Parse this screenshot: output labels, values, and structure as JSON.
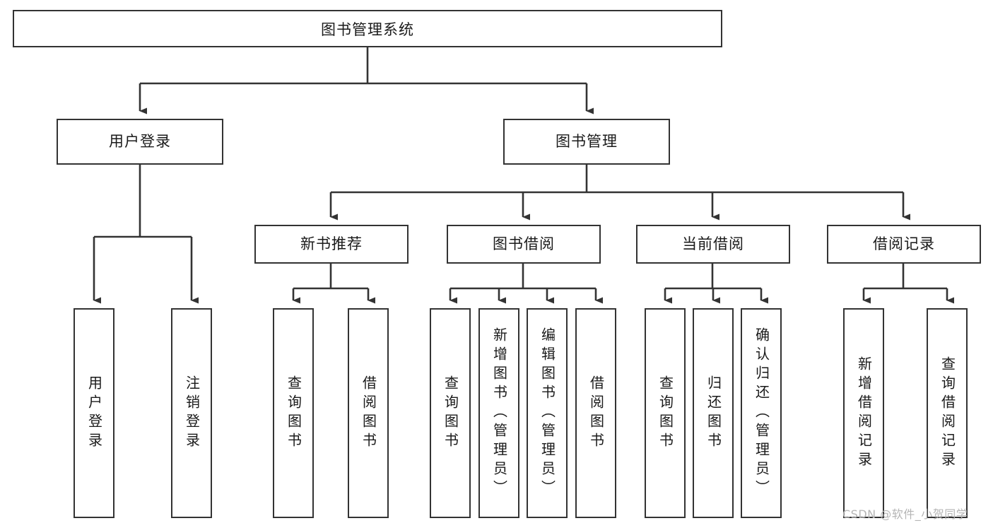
{
  "diagram": {
    "title": "图书管理系统",
    "type": "tree",
    "watermark": "CSDN @软件_小贺同学",
    "colors": {
      "stroke": "#333333",
      "fill": "#ffffff",
      "text": "#1a1a1a",
      "watermark": "#b5b5b5"
    },
    "root": {
      "label": "图书管理系统"
    },
    "level2": [
      {
        "label": "用户登录"
      },
      {
        "label": "图书管理"
      }
    ],
    "level3": [
      {
        "label": "新书推荐"
      },
      {
        "label": "图书借阅"
      },
      {
        "label": "当前借阅"
      },
      {
        "label": "借阅记录"
      }
    ],
    "leaves": {
      "user_login": [
        {
          "label": "用户登录"
        },
        {
          "label": "注销登录"
        }
      ],
      "new_book_recommend": [
        {
          "label": "查询图书"
        },
        {
          "label": "借阅图书"
        }
      ],
      "book_borrow": [
        {
          "label": "查询图书"
        },
        {
          "label": "新增图书（管理员）"
        },
        {
          "label": "编辑图书（管理员）"
        },
        {
          "label": "借阅图书"
        }
      ],
      "current_borrow": [
        {
          "label": "查询图书"
        },
        {
          "label": "归还图书"
        },
        {
          "label": "确认归还（管理员）"
        }
      ],
      "borrow_record": [
        {
          "label": "新增借阅记录"
        },
        {
          "label": "查询借阅记录"
        }
      ]
    }
  }
}
